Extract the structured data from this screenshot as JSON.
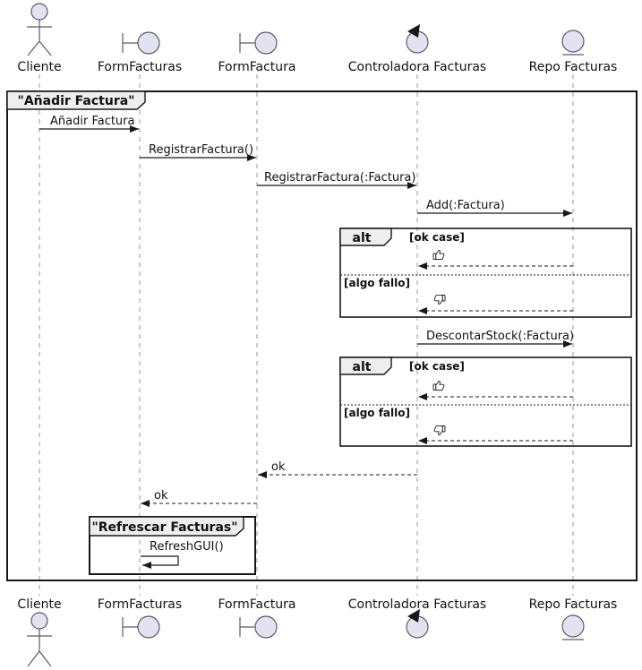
{
  "diagram_type": "uml-sequence-diagram",
  "participants": [
    {
      "label": "Cliente",
      "type": "actor"
    },
    {
      "label": "FormFacturas",
      "type": "boundary"
    },
    {
      "label": "FormFactura",
      "type": "boundary"
    },
    {
      "label": "Controladora Facturas",
      "type": "control"
    },
    {
      "label": "Repo Facturas",
      "type": "entity"
    }
  ],
  "main_frame": {
    "title": "\"Añadir Factura\""
  },
  "messages": {
    "anadir": "Añadir Factura",
    "registrar": "RegistrarFactura()",
    "registrar_factura": "RegistrarFactura(:Factura)",
    "add": "Add(:Factura)",
    "descontar": "DescontarStock(:Factura)",
    "ok_controladora": "ok",
    "ok_formfactura": "ok",
    "refresh_gui": "RefreshGUI()"
  },
  "alt_frames": [
    {
      "operator": "alt",
      "guard_ok": "[ok case]",
      "guard_fail": "[algo fallo]",
      "ok_result_icon": "thumbs-up",
      "fail_result_icon": "thumbs-down"
    },
    {
      "operator": "alt",
      "guard_ok": "[ok case]",
      "guard_fail": "[algo fallo]",
      "ok_result_icon": "thumbs-up",
      "fail_result_icon": "thumbs-down"
    }
  ],
  "inner_frame": {
    "title": "\"Refrescar Facturas\""
  },
  "colors": {
    "participant_fill": "#E2E2F0",
    "frame_tab_fill": "#EEEEEE",
    "line": "#181818",
    "lifeline": "#999999",
    "background": "#FFFFFF"
  }
}
